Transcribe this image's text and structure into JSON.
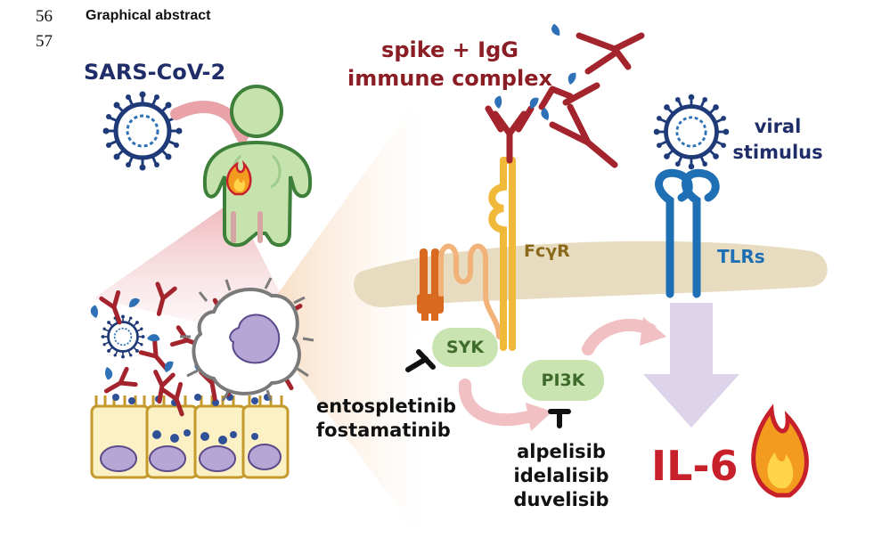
{
  "line_numbers": [
    "56",
    "57"
  ],
  "section_heading": "Graphical abstract",
  "labels": {
    "virus": "SARS-CoV-2",
    "immune_complex_line1": "spike + IgG",
    "immune_complex_line2": "immune complex",
    "viral_stimulus_line1": "viral",
    "viral_stimulus_line2": "stimulus",
    "fcgr": "FcγR",
    "tlrs": "TLRs",
    "syk": "SYK",
    "pi3k": "PI3K",
    "il6": "IL-6"
  },
  "syk_inhibitors": [
    "entospletinib",
    "fostamatinib"
  ],
  "pi3k_inhibitors": [
    "alpelisib",
    "idelalisib",
    "duvelisib"
  ],
  "colors": {
    "navy": "#1f2d68",
    "dark_red": "#8b1e24",
    "il6_red": "#c8202a",
    "membrane": "#e8dcc0",
    "pill_green": "#c9e4b0",
    "receptor_yellow": "#f0b93a",
    "tlr_blue": "#1e6fb4",
    "arrow_lavender": "#ddd3ea"
  },
  "icons": [
    "virus-icon",
    "person-icon",
    "flame-icon",
    "antibody-icon",
    "spike-protein-icon",
    "macrophage-icon",
    "epithelial-cell-icon",
    "inhibitor-tbar-icon"
  ]
}
